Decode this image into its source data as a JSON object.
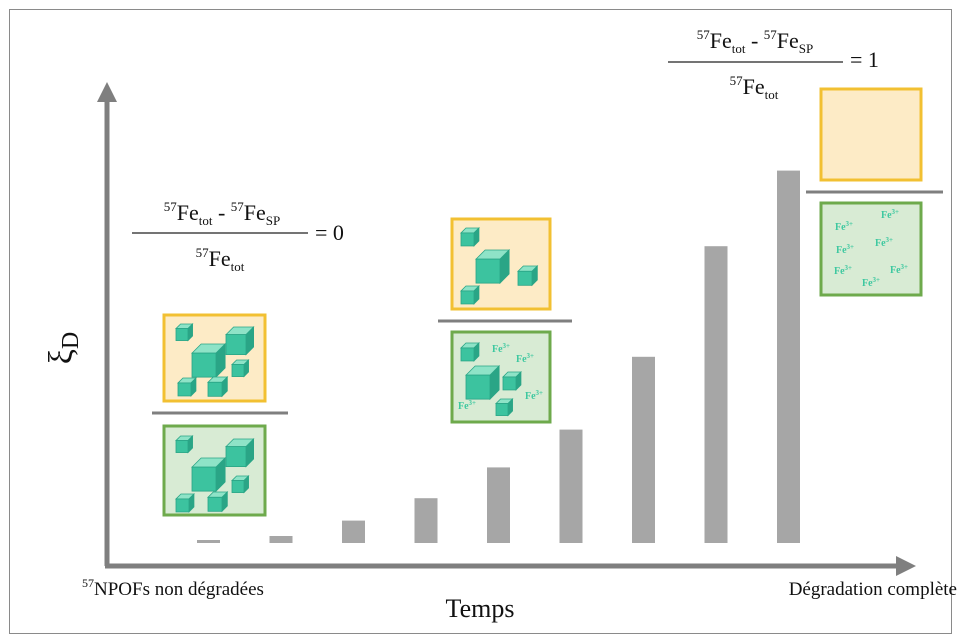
{
  "axes": {
    "y_symbol": "ξ",
    "y_subscript": "D",
    "x_label": "Temps",
    "x_start_label": "NPOFs non dégradées",
    "x_start_sup": "57",
    "x_end_label": "Dégradation complète"
  },
  "bars": [
    0.2,
    0.5,
    1.6,
    3.2,
    5.4,
    8.1,
    13.3,
    21.2,
    26.6
  ],
  "bar_max": 28,
  "equations": {
    "left": {
      "iso": "57",
      "fe": "Fe",
      "tot": "tot",
      "sp": "SP",
      "minus": " - ",
      "result": "= 0"
    },
    "right": {
      "iso": "57",
      "fe": "Fe",
      "tot": "tot",
      "sp": "SP",
      "minus": " - ",
      "result": "= 1"
    }
  },
  "ion": {
    "symbol": "Fe",
    "charge": "3+"
  },
  "colors": {
    "bar": "#a6a6a6",
    "axis": "#7f7f7f",
    "top_box_fill": "#fdebc6",
    "top_box_border": "#f2c032",
    "bottom_box_fill": "#d8ebd4",
    "bottom_box_border": "#6eaa4c",
    "cube": "#3cc39f",
    "ion_text": "#3ec8a0"
  }
}
